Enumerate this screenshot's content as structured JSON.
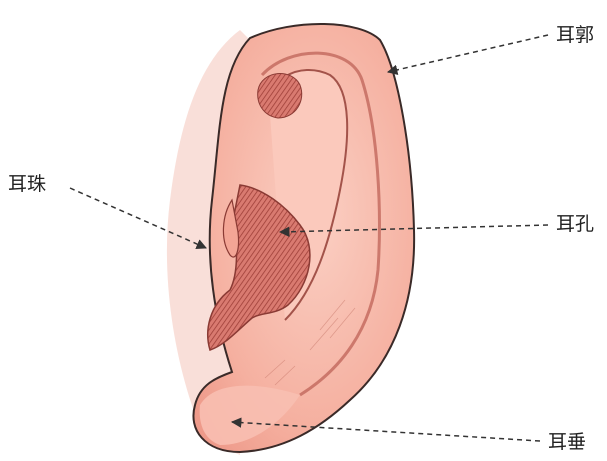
{
  "labels": {
    "helix": "耳郭",
    "tragus": "耳珠",
    "ear_canal": "耳孔",
    "earlobe": "耳垂"
  },
  "colors": {
    "skin": "#f6b3a3",
    "skin_light": "#fbd3c8",
    "skin_dark": "#e7897a",
    "hatch": "#b7524a",
    "outline": "#3a2a28",
    "arrow": "#333333"
  }
}
